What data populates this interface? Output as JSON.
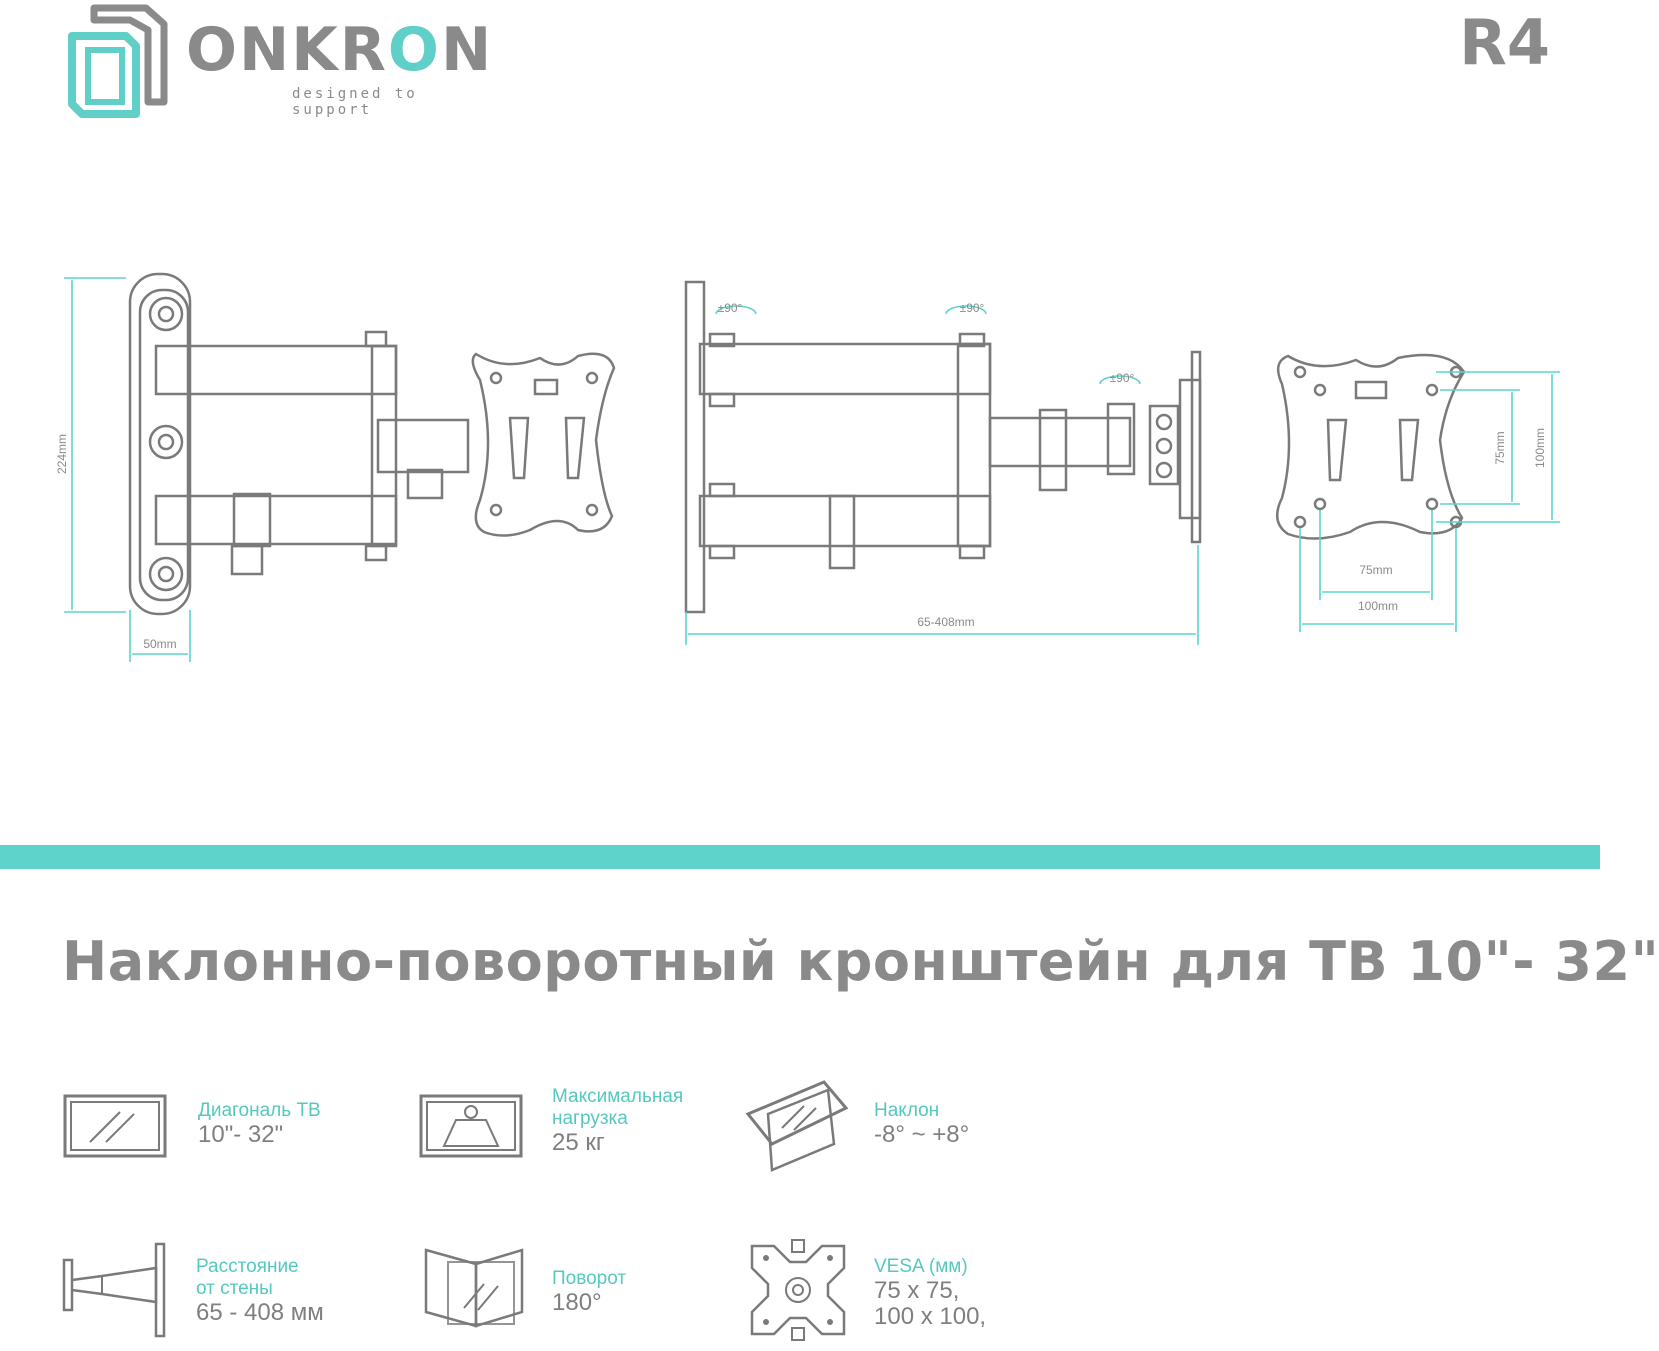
{
  "header": {
    "brand_part1": "ONKR",
    "brand_part2": "O",
    "brand_part3": "N",
    "tagline": "designed to support",
    "model": "R4"
  },
  "dimensions": {
    "height_side": "224mm",
    "depth_side": "50mm",
    "extension": "65-408mm",
    "rotation": "±90°",
    "vesa_small_v": "75mm",
    "vesa_large_v": "100mm",
    "vesa_small_h": "75mm",
    "vesa_large_h": "100mm"
  },
  "colors": {
    "accent": "#5ed3cc",
    "text": "#8a8a8a",
    "line": "#7a7a7a"
  },
  "headline": "Наклонно-поворотный кронштейн для ТВ 10\"- 32\"",
  "features": [
    {
      "icon": "tv-diagonal-icon",
      "label": "Диагональ ТВ",
      "value": "10\"- 32\""
    },
    {
      "icon": "weight-icon",
      "label": "Максимальная нагрузка",
      "label_line1": "Максимальная",
      "label_line2": "нагрузка",
      "value": "25 кг"
    },
    {
      "icon": "tilt-icon",
      "label": "Наклон",
      "value": "-8° ~ +8°"
    },
    {
      "icon": "wall-distance-icon",
      "label_line1": "Расстояние",
      "label_line2": "от стены",
      "value": "65 - 408 мм"
    },
    {
      "icon": "swivel-icon",
      "label": "Поворот",
      "value": "180°"
    },
    {
      "icon": "vesa-icon",
      "label": "VESA (мм)",
      "value_line1": "75 x 75,",
      "value_line2": "100 x 100,"
    }
  ]
}
